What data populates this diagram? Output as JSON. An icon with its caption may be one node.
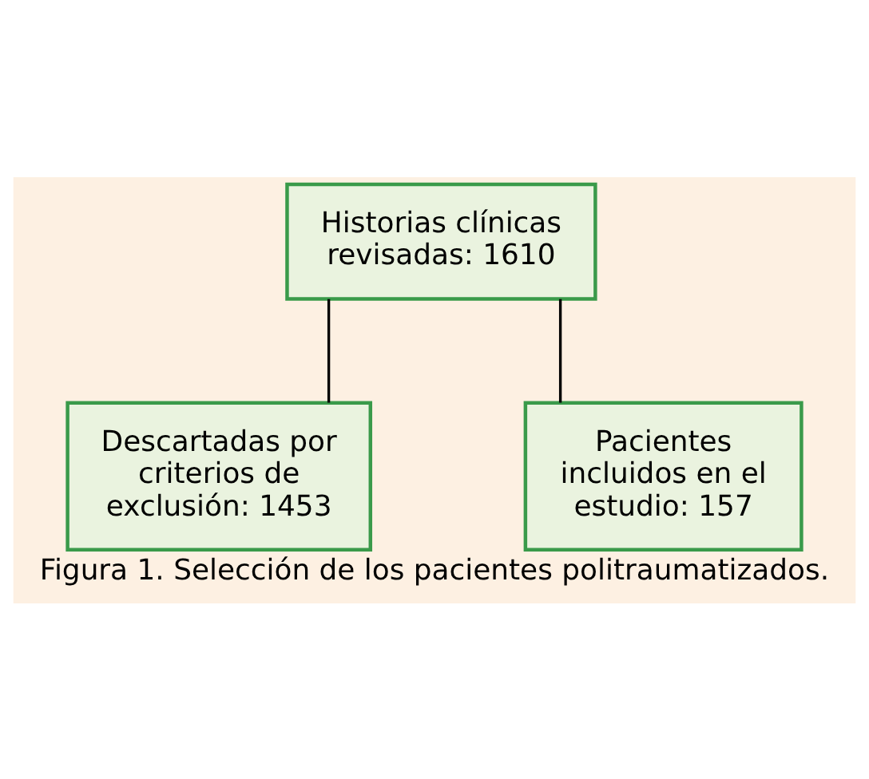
{
  "diagram": {
    "caption": "Figura 1. Selección de los pacientes politraumatizados.",
    "nodes": [
      {
        "text": [
          "Historias clínicas revisadas: 1610"
        ]
      },
      {
        "text": [
          "Descartadas por criterios de exclusión: 1453"
        ]
      },
      {
        "text": [
          "Pacientes incluidos en el estudio: 157"
        ]
      }
    ],
    "edges": [
      {
        "from": 0,
        "to": 1,
        "arrow": "none"
      },
      {
        "from": 0,
        "to": 2,
        "arrow": "none"
      }
    ]
  }
}
